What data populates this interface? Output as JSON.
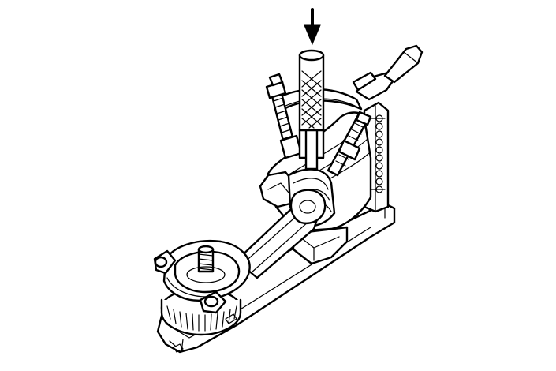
{
  "figure": {
    "kind": "technical-line-drawing",
    "subject": "connecting-rod-and-piston-in-holding-fixture",
    "ink_color": "#000000",
    "background_color": "#ffffff"
  },
  "arrow": {
    "direction": "down",
    "icon": "arrow-down-icon"
  }
}
